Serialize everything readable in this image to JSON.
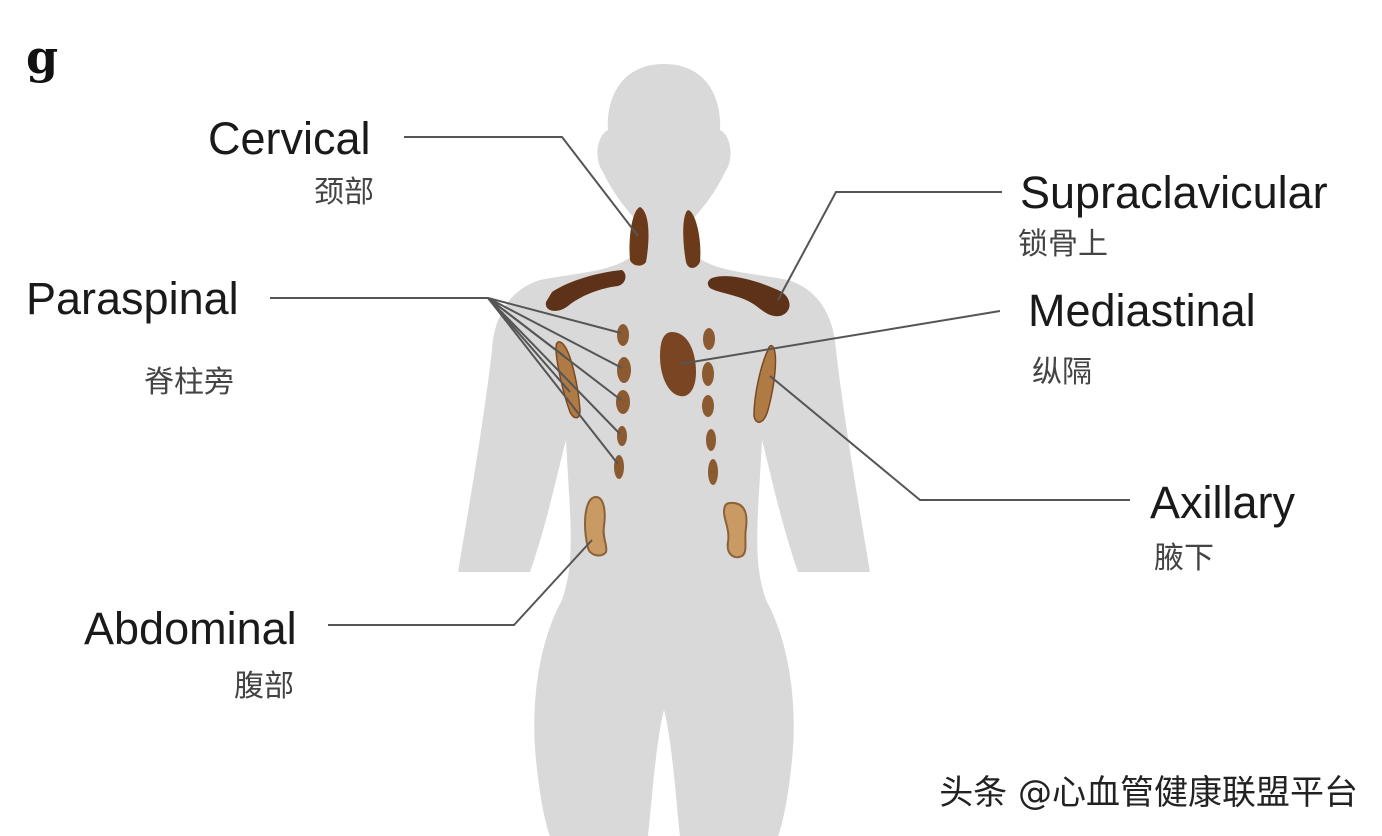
{
  "panel_label": "g",
  "colors": {
    "body": "#d9d9d9",
    "node_dark": "#6b3a1b",
    "node_medium": "#8b5a30",
    "node_light": "#c99a63",
    "leader_line": "#555555"
  },
  "labels": {
    "cervical": {
      "en": "Cervical",
      "zh": "颈部"
    },
    "supraclavicular": {
      "en": "Supraclavicular",
      "zh": "锁骨上"
    },
    "paraspinal": {
      "en": "Paraspinal",
      "zh": "脊柱旁"
    },
    "mediastinal": {
      "en": "Mediastinal",
      "zh": "纵隔"
    },
    "axillary": {
      "en": "Axillary",
      "zh": "腋下"
    },
    "abdominal": {
      "en": "Abdominal",
      "zh": "腹部"
    }
  },
  "watermark": "头条 @心血管健康联盟平台"
}
